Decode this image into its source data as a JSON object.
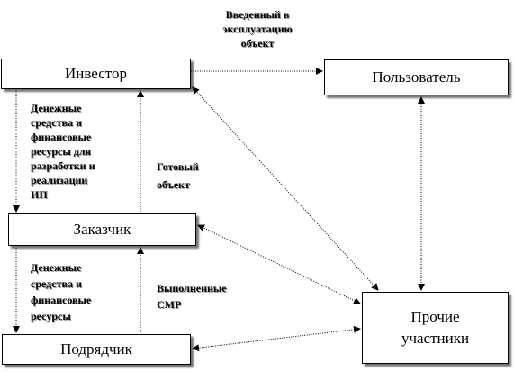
{
  "nodes": {
    "investor": "Инвестор",
    "user": "Пользователь",
    "customer": "Заказчик",
    "contractor": "Подрядчик",
    "others_line1": "Прочие",
    "others_line2": "участники"
  },
  "edge_labels": {
    "commissioned": [
      "Введенный в",
      "эксплуатацию",
      "объект"
    ],
    "funds_dev": [
      "Денежные",
      "средства и",
      "финансовые",
      "ресурсы для",
      "разработки и",
      "реализации",
      "ИП"
    ],
    "ready_object": [
      "Готовый",
      "объект"
    ],
    "funds_build": [
      "Денежные",
      "средства и",
      "финансовые",
      "ресурсы"
    ],
    "completed_works": [
      "Выполненные",
      "СМР"
    ]
  }
}
